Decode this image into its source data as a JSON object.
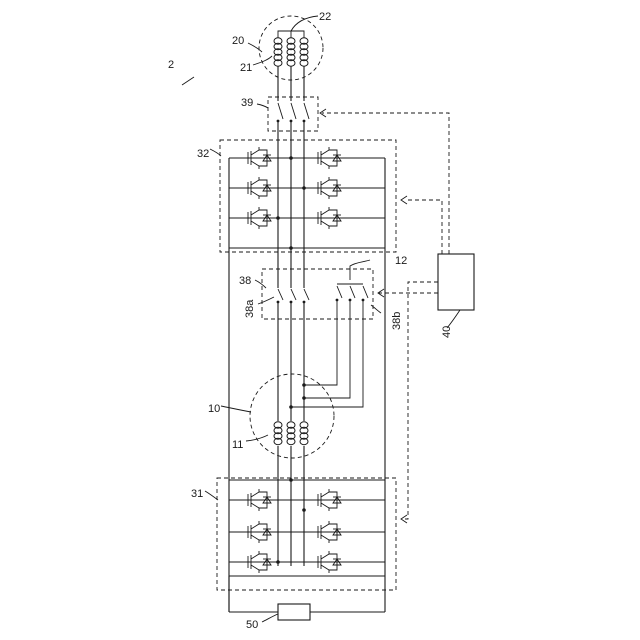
{
  "labels": {
    "system": "2",
    "motor_top": "20",
    "coil_top_left": "21",
    "coil_top_neutral": "22",
    "switch_top": "39",
    "inverter_top": "32",
    "switch_mid": "38",
    "switch_mid_a": "38a",
    "switch_mid_b": "38b",
    "mid_wire": "12",
    "motor_bottom": "10",
    "coil_bottom": "11",
    "inverter_bottom": "31",
    "controller": "40",
    "power_source": "50"
  }
}
